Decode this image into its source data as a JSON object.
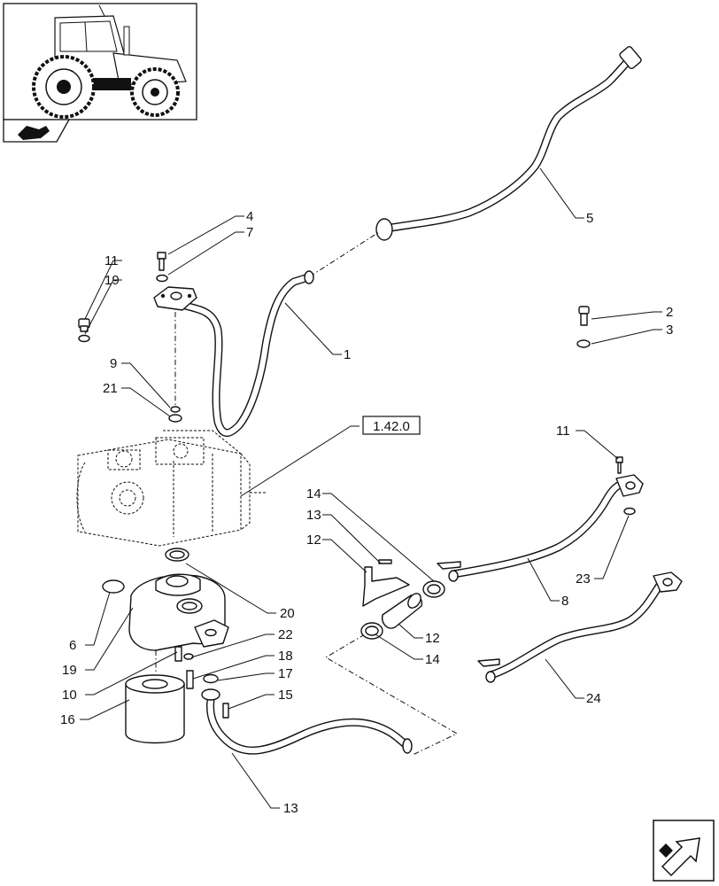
{
  "reference_box": {
    "label": "1.42.0"
  },
  "callouts": {
    "c1": "1",
    "c2": "2",
    "c3": "3",
    "c4": "4",
    "c5": "5",
    "c6": "6",
    "c7": "7",
    "c8": "8",
    "c9": "9",
    "c10": "10",
    "c11a": "11",
    "c11b": "11",
    "c12a": "12",
    "c12b": "12",
    "c13a": "13",
    "c13b": "13",
    "c14a": "14",
    "c14b": "14",
    "c15": "15",
    "c16": "16",
    "c17": "17",
    "c18": "18",
    "c19a": "19",
    "c19b": "19",
    "c20": "20",
    "c21": "21",
    "c22": "22",
    "c23": "23",
    "c24": "24"
  },
  "icons": {
    "thumbnail": "tractor-thumbnail-icon",
    "thumbnail_tab": "hand-pointer-icon",
    "navigation": "next-page-arrow-icon"
  },
  "colors": {
    "line": "#111111",
    "background": "#ffffff"
  }
}
